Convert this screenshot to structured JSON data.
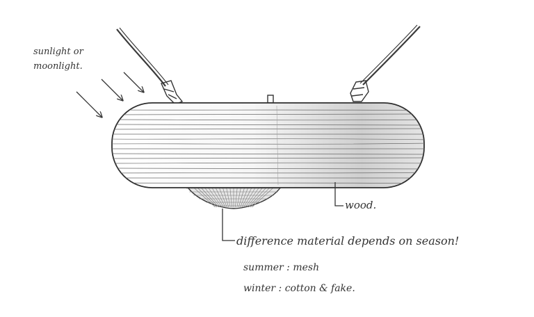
{
  "annotations": {
    "light_line1": "sunlight or",
    "light_line2": "moonlight.",
    "wood": "wood.",
    "material": "difference material depends on season!",
    "summer": "summer : mesh",
    "winter": "winter : cotton & fake."
  },
  "colors": {
    "ink": "#333333",
    "paper": "#ffffff",
    "shade": "#c8c8c8"
  }
}
